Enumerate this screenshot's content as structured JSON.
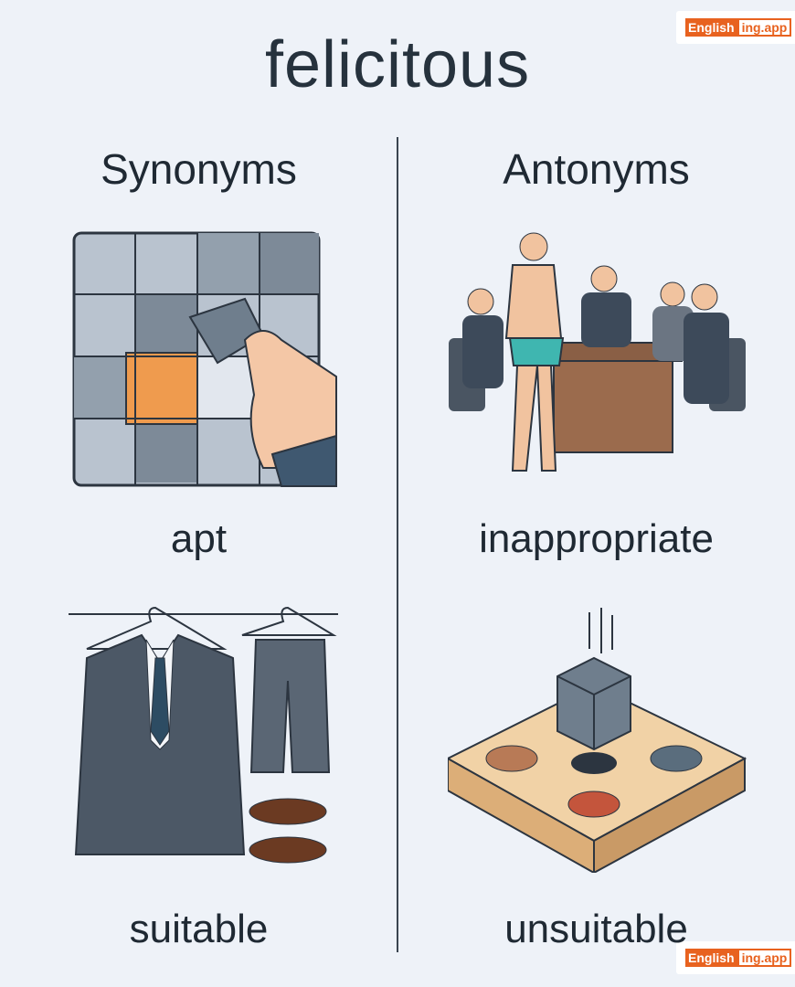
{
  "title": "felicitous",
  "columns": {
    "synonyms": {
      "heading": "Synonyms",
      "words": [
        "apt",
        "suitable"
      ]
    },
    "antonyms": {
      "heading": "Antonyms",
      "words": [
        "inappropriate",
        "unsuitable"
      ]
    }
  },
  "logo": {
    "part1": "English",
    "part2": "ing.app"
  },
  "colors": {
    "background": "#eef2f8",
    "brand": "#e8621f",
    "text": "#1f2933"
  }
}
